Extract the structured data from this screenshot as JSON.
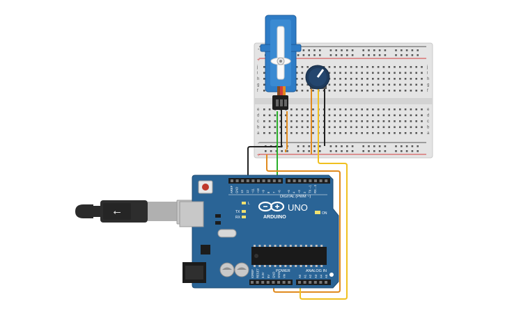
{
  "circuit": {
    "arduino": {
      "brand": "ARDUINO",
      "model": "UNO",
      "digital_label": "DIGITAL (PWM ~)",
      "analog_label": "ANALOG IN",
      "power_label": "POWER",
      "on_label": "ON",
      "tx_label": "TX",
      "rx_label": "RX",
      "l_label": "L",
      "digital_pins": [
        "AREF",
        "GND",
        "13",
        "12",
        "~11",
        "~10",
        "~9",
        "8",
        "7",
        "~6",
        "~5",
        "4",
        "~3",
        "2",
        "TX→1",
        "RX←0"
      ],
      "power_pins": [
        "IOREF",
        "RESET",
        "3.3V",
        "5V",
        "GND",
        "GND",
        "Vin"
      ],
      "analog_pins": [
        "A0",
        "A1",
        "A2",
        "A3",
        "A4",
        "A5"
      ]
    },
    "breadboard": {
      "row_letters_top": [
        "j",
        "i",
        "h",
        "g",
        "f"
      ],
      "row_letters_bottom": [
        "e",
        "d",
        "c",
        "b",
        "a"
      ],
      "rail_plus": "+",
      "rail_minus": "-"
    },
    "colors": {
      "arduino_board": "#2a6496",
      "breadboard": "#e2e2e2",
      "servo_body": "#2e7cc6",
      "wire_black": "#222222",
      "wire_green": "#2ab02a",
      "wire_orange": "#e08a1e",
      "wire_yellow": "#f0c020",
      "rail_red": "#d23b3b",
      "usb_plug": "#333333"
    },
    "components": [
      "micro-servo",
      "potentiometer",
      "arduino-uno",
      "breadboard",
      "usb-cable"
    ]
  }
}
